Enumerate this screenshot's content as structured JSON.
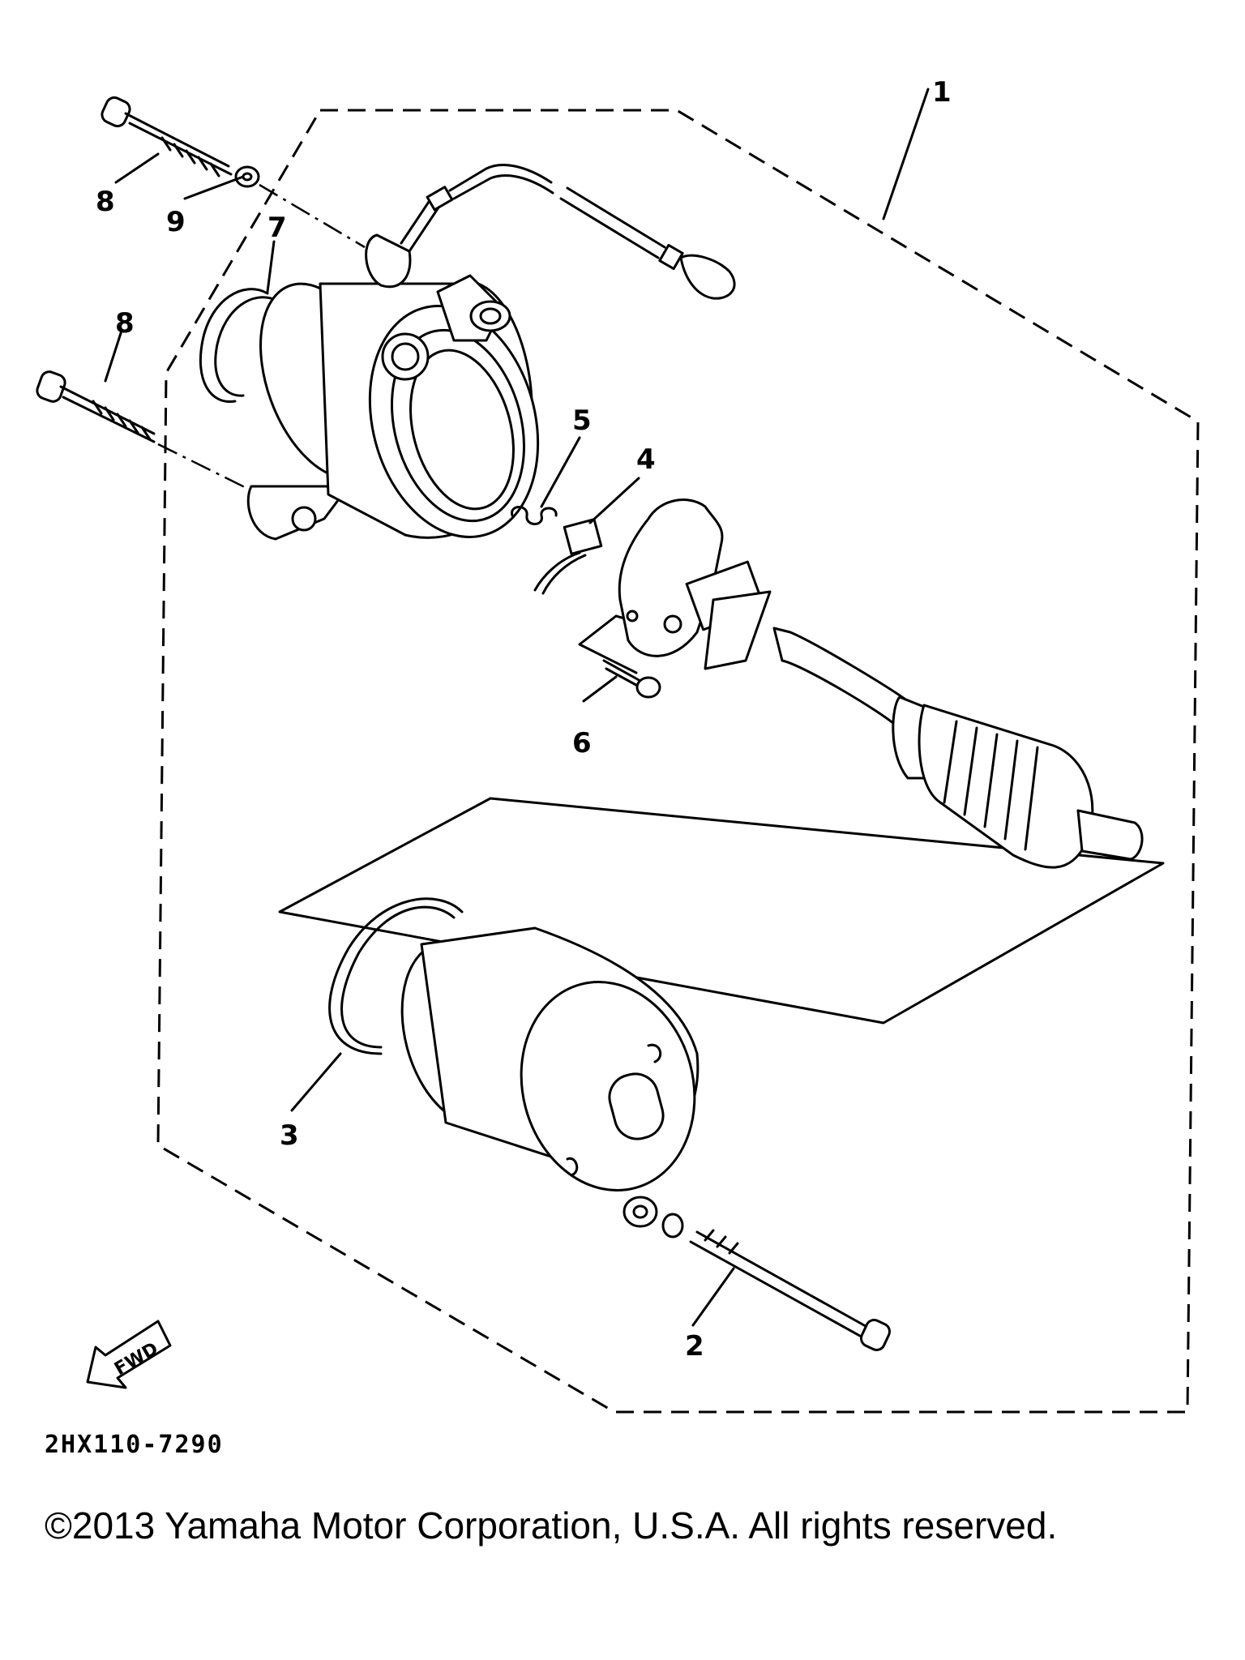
{
  "diagram": {
    "drawing_code": "2HX110-7290",
    "copyright": "©2013 Yamaha Motor Corporation, U.S.A. All rights reserved.",
    "fwd_label": "FWD",
    "callouts": [
      {
        "id": "1",
        "label": "1"
      },
      {
        "id": "2",
        "label": "2"
      },
      {
        "id": "3",
        "label": "3"
      },
      {
        "id": "4",
        "label": "4"
      },
      {
        "id": "5",
        "label": "5"
      },
      {
        "id": "6",
        "label": "6"
      },
      {
        "id": "7",
        "label": "7"
      },
      {
        "id": "8a",
        "label": "8"
      },
      {
        "id": "8b",
        "label": "8"
      },
      {
        "id": "9",
        "label": "9"
      }
    ]
  }
}
